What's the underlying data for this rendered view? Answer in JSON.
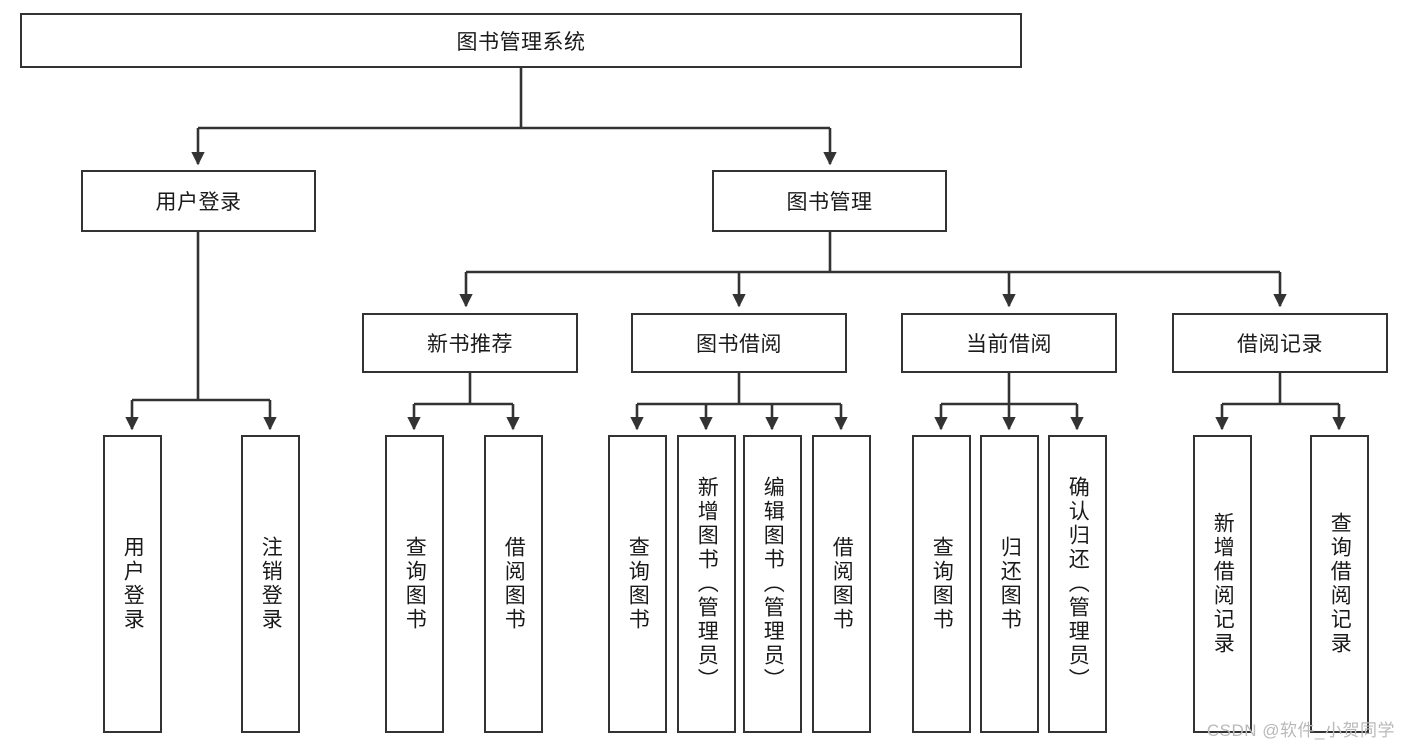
{
  "diagram": {
    "title_node": "图书管理系统",
    "type": "tree-hierarchy",
    "watermark": "CSDN @软件_小贺同学",
    "colors": {
      "box_border": "#333333",
      "box_fill": "#ffffff",
      "connector": "#333333",
      "text": "#1a1a1a",
      "watermark": "#b9b9b9"
    },
    "nodes": {
      "root": {
        "label": "图书管理系统"
      },
      "level2": [
        {
          "id": "user-login",
          "label": "用户登录"
        },
        {
          "id": "book-management",
          "label": "图书管理"
        }
      ],
      "level3": [
        {
          "id": "new-book-recommend",
          "label": "新书推荐"
        },
        {
          "id": "book-borrow",
          "label": "图书借阅"
        },
        {
          "id": "current-borrow",
          "label": "当前借阅"
        },
        {
          "id": "borrow-record",
          "label": "借阅记录"
        }
      ],
      "leaves": {
        "user_login": [
          {
            "id": "leaf-user-login",
            "label": "用户登录"
          },
          {
            "id": "leaf-logout",
            "label": "注销登录"
          }
        ],
        "new_book_recommend": [
          {
            "id": "leaf-query-book-1",
            "label": "查询图书"
          },
          {
            "id": "leaf-borrow-book-1",
            "label": "借阅图书"
          }
        ],
        "book_borrow": [
          {
            "id": "leaf-query-book-2",
            "label": "查询图书"
          },
          {
            "id": "leaf-add-book",
            "label": "新增图书（管理员）"
          },
          {
            "id": "leaf-edit-book",
            "label": "编辑图书（管理员）"
          },
          {
            "id": "leaf-borrow-book-2",
            "label": "借阅图书"
          }
        ],
        "current_borrow": [
          {
            "id": "leaf-query-book-3",
            "label": "查询图书"
          },
          {
            "id": "leaf-return-book",
            "label": "归还图书"
          },
          {
            "id": "leaf-confirm-return",
            "label": "确认归还（管理员）"
          }
        ],
        "borrow_record": [
          {
            "id": "leaf-add-record",
            "label": "新增借阅记录"
          },
          {
            "id": "leaf-query-record",
            "label": "查询借阅记录"
          }
        ]
      }
    }
  }
}
